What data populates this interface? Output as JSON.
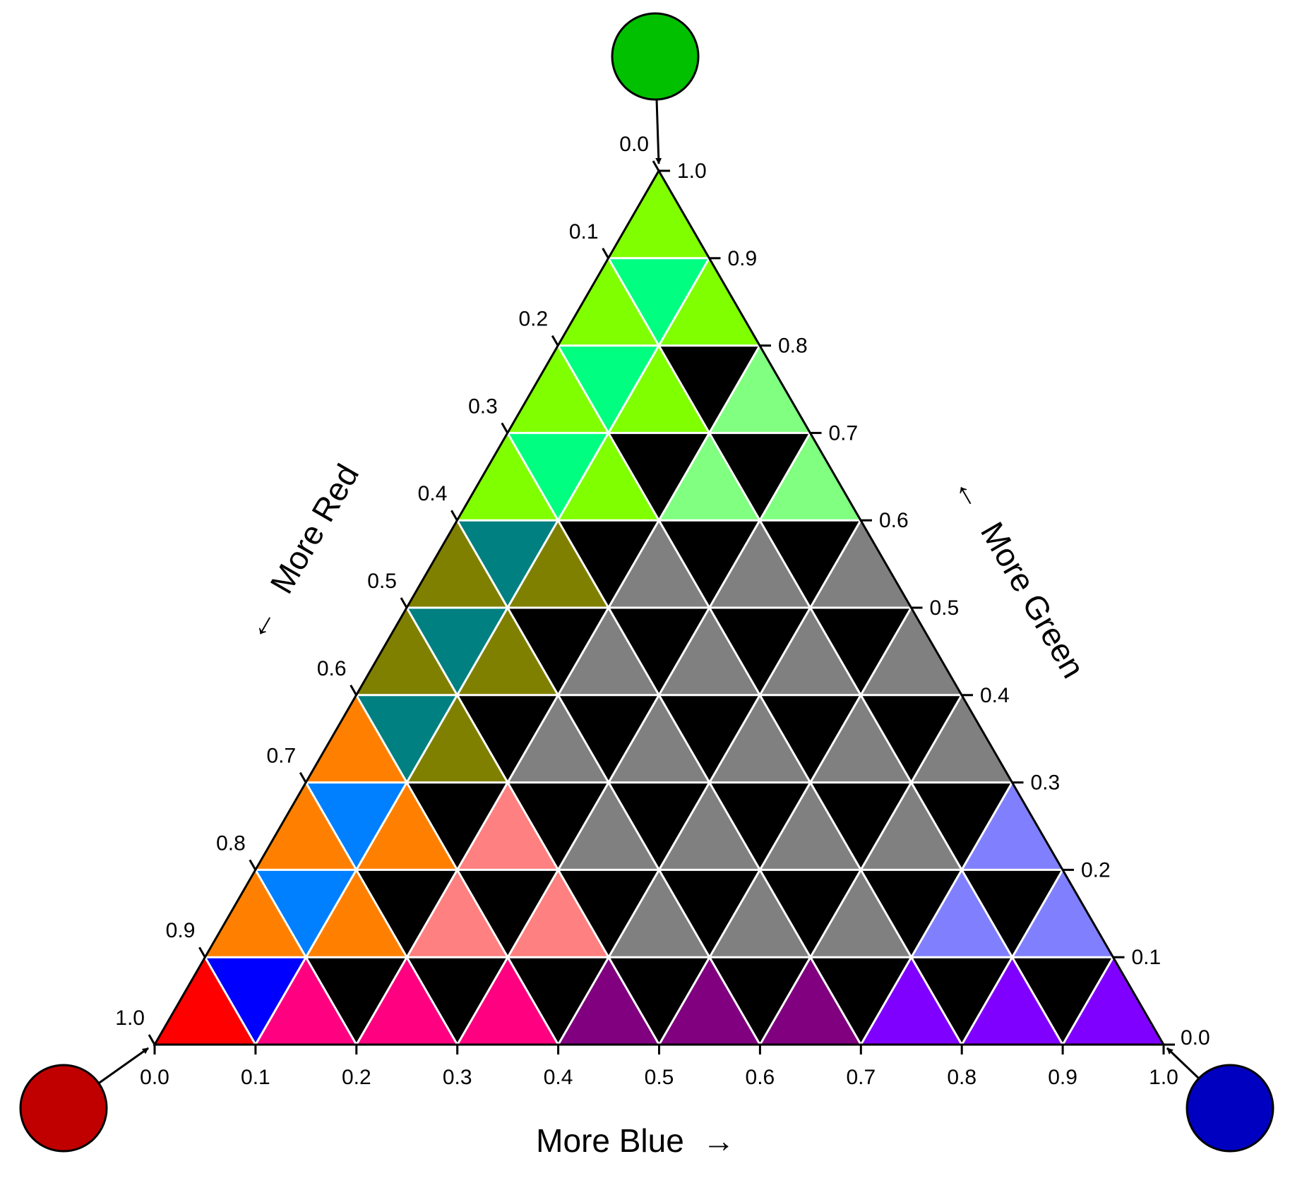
{
  "chart_data": {
    "type": "ternary",
    "axes": {
      "blue": {
        "label": "More Blue",
        "ticks": [
          "0.0",
          "0.1",
          "0.2",
          "0.3",
          "0.4",
          "0.5",
          "0.6",
          "0.7",
          "0.8",
          "0.9",
          "1.0"
        ]
      },
      "green": {
        "label": "More Green",
        "ticks": [
          "0.0",
          "0.1",
          "0.2",
          "0.3",
          "0.4",
          "0.5",
          "0.6",
          "0.7",
          "0.8",
          "0.9",
          "1.0"
        ]
      },
      "red": {
        "label": "More Red",
        "ticks": [
          "0.0",
          "0.1",
          "0.2",
          "0.3",
          "0.4",
          "0.5",
          "0.6",
          "0.7",
          "0.8",
          "0.9",
          "1.0"
        ]
      }
    },
    "arrow_glyphs": {
      "blue": "→",
      "green": "←",
      "red": "←"
    },
    "divisions": 10,
    "grid_color": "#ffffff",
    "corner_markers": {
      "red": {
        "color": "#c00000"
      },
      "green": {
        "color": "#00c000"
      },
      "blue": {
        "color": "#0000c0"
      }
    },
    "region_colors": {
      "green_top": "#00ff00",
      "green_lime": "#80ff00",
      "green_pale": "#80ff80",
      "green_spring": "#00ff80",
      "olive": "#808000",
      "gray": "#808080",
      "teal": "#008080",
      "orange": "#ff8000",
      "pink": "#ff8080",
      "azure": "#0080ff",
      "periwinkle": "#8080ff",
      "red": "#ff0000",
      "magenta": "#ff0080",
      "purple": "#800080",
      "violet": "#8000ff",
      "blue": "#0000ff"
    },
    "cells": [
      [
        "red",
        "magenta",
        "magenta",
        "magenta",
        "purple",
        "purple",
        "purple",
        "violet",
        "violet",
        "violet",
        "blue"
      ],
      [
        "orange",
        "orange",
        "pink",
        "pink",
        "gray",
        "gray",
        "gray",
        "periwinkle",
        "periwinkle",
        "azure"
      ],
      [
        "orange",
        "orange",
        "pink",
        "gray",
        "gray",
        "gray",
        "gray",
        "periwinkle",
        "azure"
      ],
      [
        "orange",
        "olive",
        "gray",
        "gray",
        "gray",
        "gray",
        "gray",
        "teal"
      ],
      [
        "olive",
        "olive",
        "gray",
        "gray",
        "gray",
        "gray",
        "teal"
      ],
      [
        "olive",
        "olive",
        "gray",
        "gray",
        "gray",
        "teal"
      ],
      [
        "green_lime",
        "green_lime",
        "green_pale",
        "green_pale",
        "green_spring"
      ],
      [
        "green_lime",
        "green_lime",
        "green_pale",
        "green_spring"
      ],
      [
        "green_lime",
        "green_lime",
        "green_spring"
      ],
      [
        "green_lime",
        "green_top"
      ],
      [
        "green_top"
      ]
    ]
  }
}
